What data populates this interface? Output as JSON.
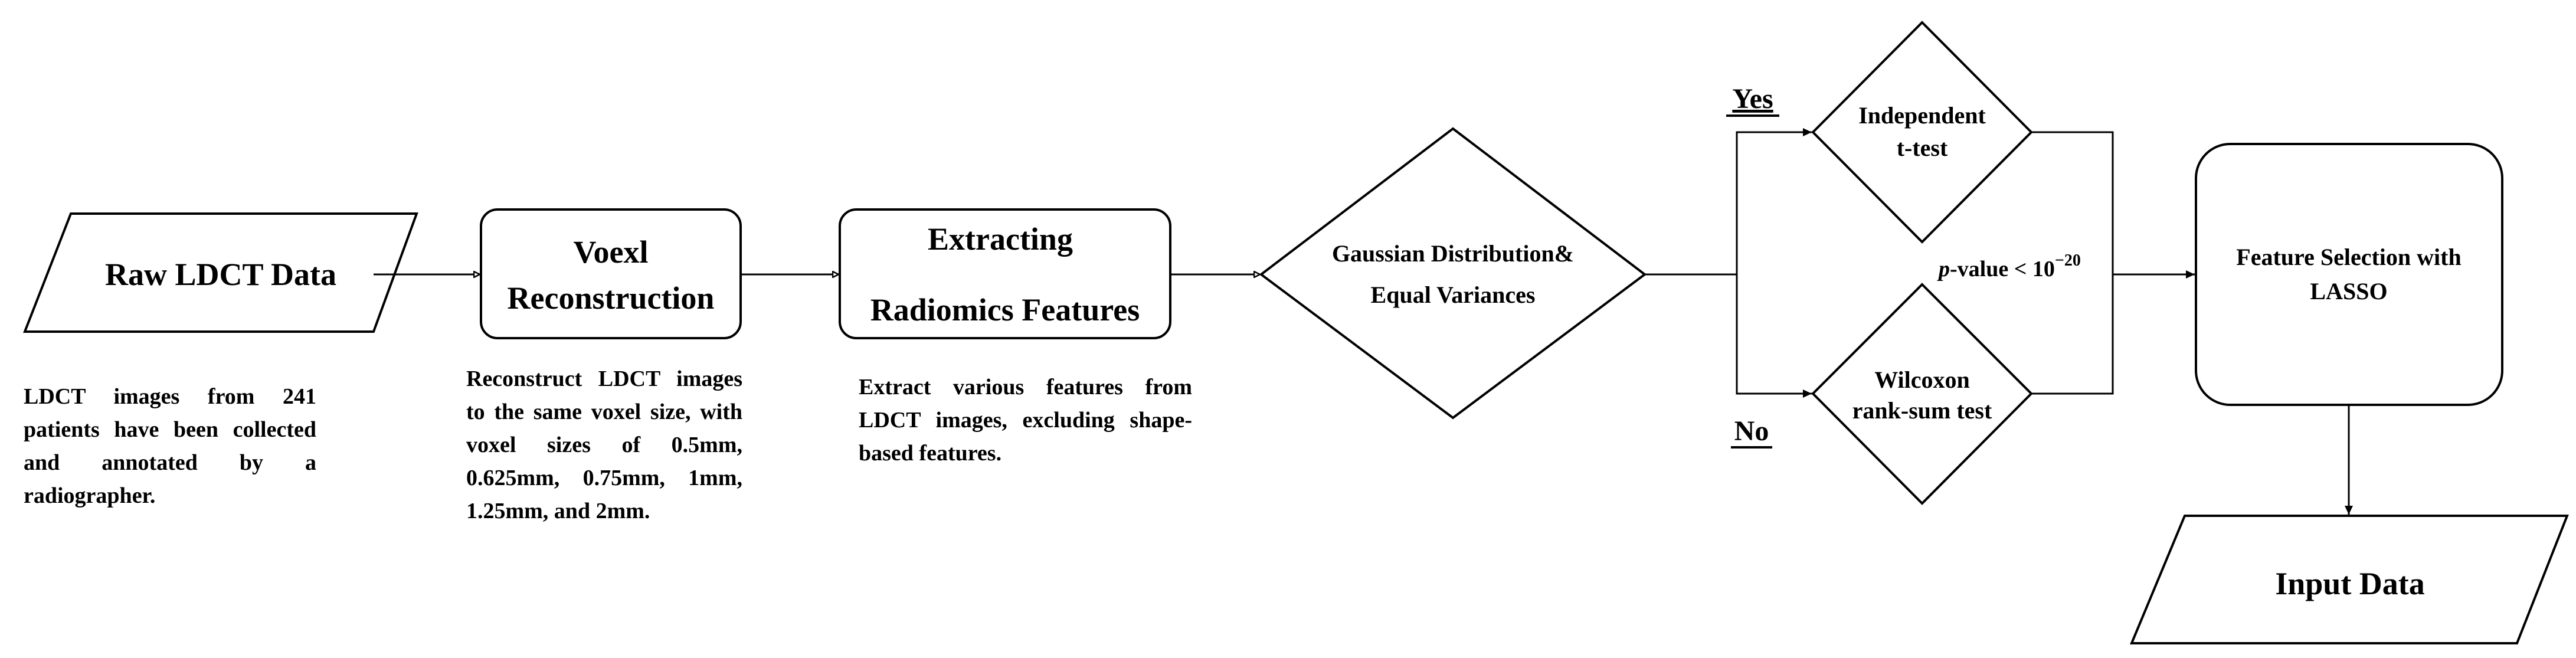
{
  "nodes": {
    "raw": "Raw LDCT Data",
    "recon_line1": "Voexl",
    "recon_line2": "Reconstruction",
    "extract_line1": "Extracting",
    "extract_line2": "Radiomics Features",
    "gauss_line1": "Gaussian Distribution&",
    "gauss_line2": "Equal Variances",
    "ttest_line1": "Independent",
    "ttest_line2": "t-test",
    "wilcoxon_line1": "Wilcoxon",
    "wilcoxon_line2": "rank-sum test",
    "lasso_line1": "Feature Selection with",
    "lasso_line2": "LASSO",
    "input": "Input Data"
  },
  "edge_labels": {
    "yes": "Yes",
    "no": "No",
    "pvalue_p": "p",
    "pvalue_rest": "-value < 10",
    "pvalue_exp": "−20"
  },
  "descriptions": {
    "raw": "LDCT images from 241 patients have been collected and annotated by a radiographer.",
    "recon": "Reconstruct LDCT images to the same voxel size, with voxel sizes of 0.5mm, 0.625mm, 0.75mm, 1mm, 1.25mm, and 2mm.",
    "extract": "Extract various features from LDCT images, excluding shape-based features."
  }
}
